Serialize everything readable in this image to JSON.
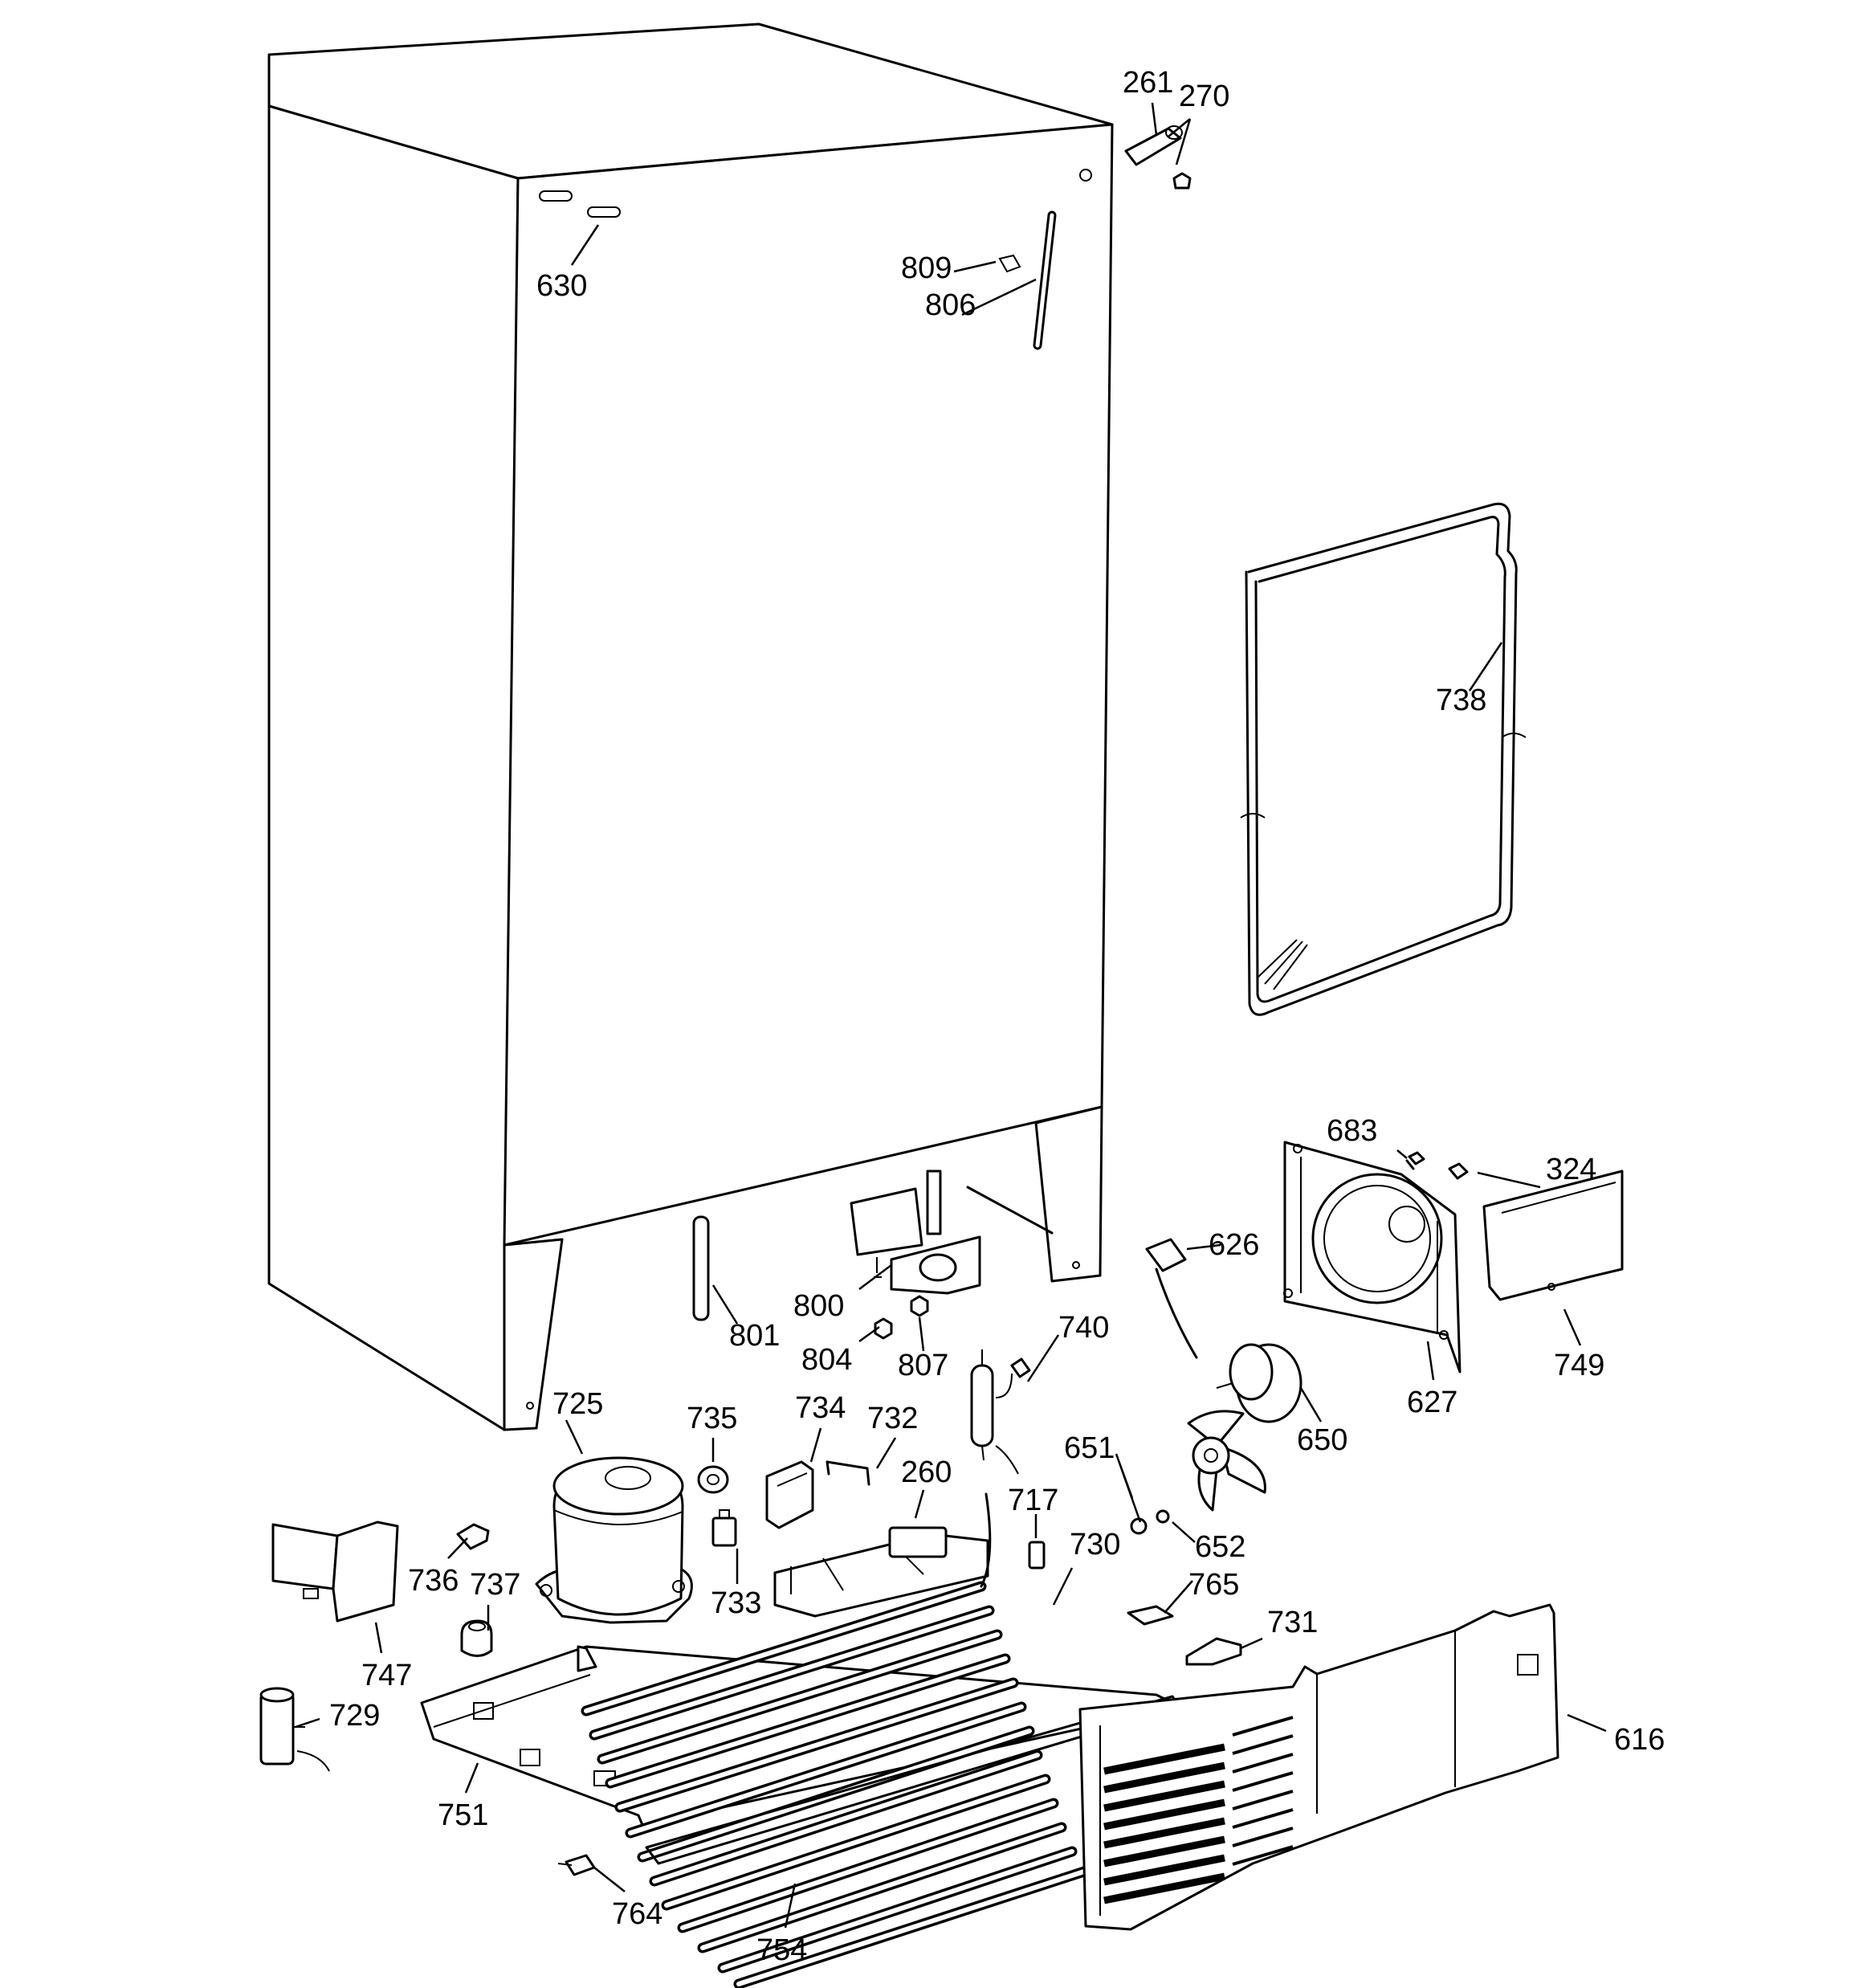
{
  "labels": {
    "l261": "261",
    "l270": "270",
    "l630": "630",
    "l809": "809",
    "l806": "806",
    "l738": "738",
    "l683": "683",
    "l324": "324",
    "l626": "626",
    "l800": "800",
    "l801": "801",
    "l804": "804",
    "l807": "807",
    "l740": "740",
    "l627": "627",
    "l749": "749",
    "l650": "650",
    "l725": "725",
    "l735": "735",
    "l734": "734",
    "l732": "732",
    "l260": "260",
    "l651": "651",
    "l717": "717",
    "l730": "730",
    "l652": "652",
    "l736": "736",
    "l737": "737",
    "l733": "733",
    "l765": "765",
    "l731": "731",
    "l747": "747",
    "l729": "729",
    "l616": "616",
    "l751": "751",
    "l764": "764",
    "l754": "754"
  }
}
